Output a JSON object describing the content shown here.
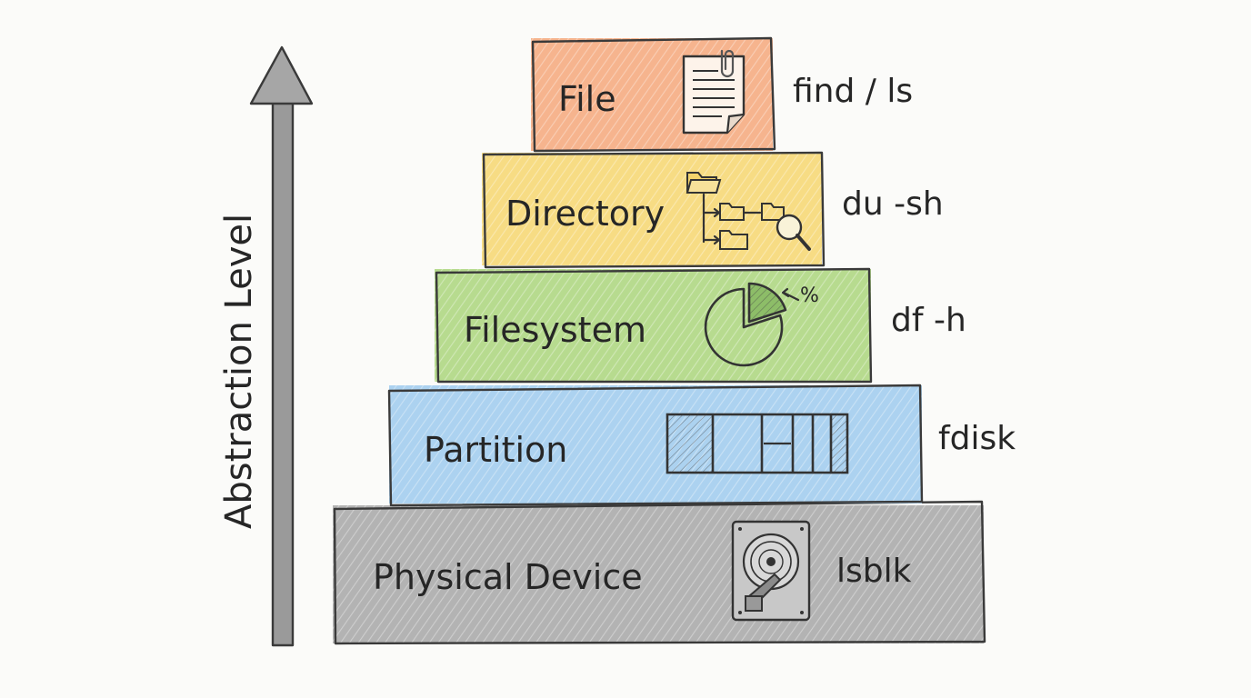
{
  "axis": {
    "label": "Abstraction Level"
  },
  "layers": [
    {
      "id": "file",
      "label": "File",
      "command": "find / ls",
      "icon": "document-icon",
      "color": "#f6b48e"
    },
    {
      "id": "directory",
      "label": "Directory",
      "command": "du -sh",
      "icon": "folder-tree-icon",
      "color": "#f7dc84"
    },
    {
      "id": "filesystem",
      "label": "Filesystem",
      "command": "df -h",
      "icon": "pie-chart-icon",
      "color": "#b7db8f",
      "icon_text": "%"
    },
    {
      "id": "partition",
      "label": "Partition",
      "command": "fdisk",
      "icon": "partition-table-icon",
      "color": "#acd2f0"
    },
    {
      "id": "physical-device",
      "label": "Physical Device",
      "command": "lsblk",
      "icon": "hard-drive-icon",
      "color": "#b3b3b3"
    }
  ]
}
